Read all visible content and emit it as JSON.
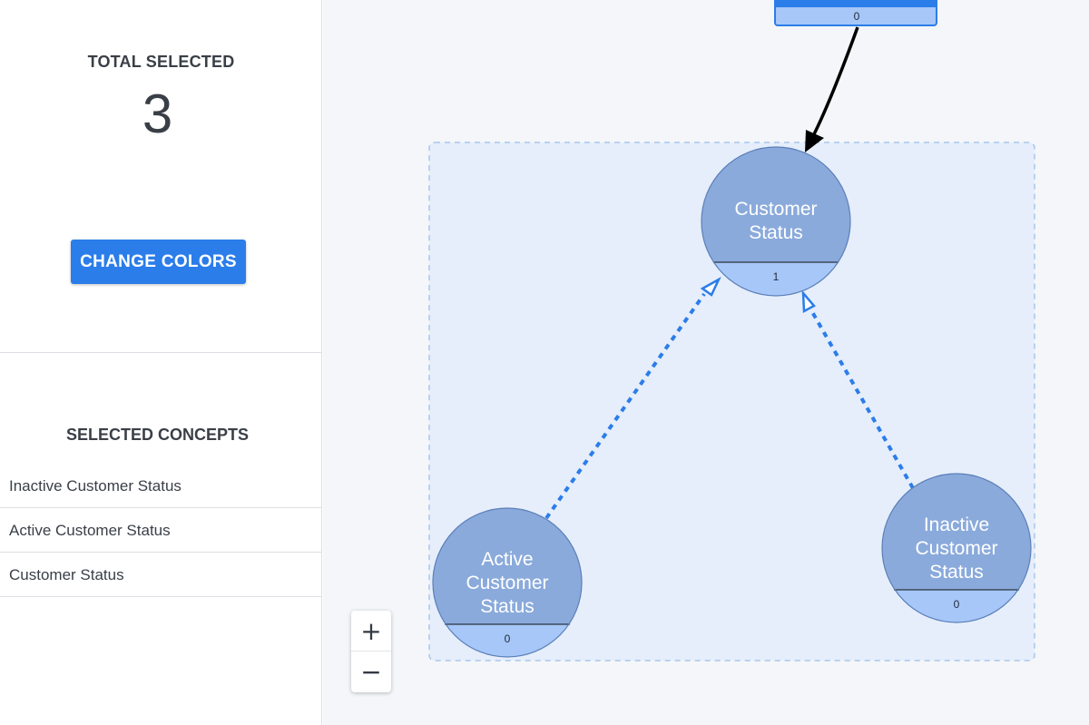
{
  "sidebar": {
    "total_heading": "TOTAL SELECTED",
    "total_count": "3",
    "change_colors_label": "CHANGE COLORS",
    "concepts_heading": "SELECTED CONCEPTS",
    "concepts": [
      "Inactive Customer Status",
      "Active Customer Status",
      "Customer Status"
    ]
  },
  "graph": {
    "top_node_count": "0",
    "nodes": {
      "customer_status": {
        "lines": [
          "Customer",
          "Status"
        ],
        "count": "1"
      },
      "active": {
        "lines": [
          "Active",
          "Customer",
          "Status"
        ],
        "count": "0"
      },
      "inactive": {
        "lines": [
          "Inactive",
          "Customer",
          "Status"
        ],
        "count": "0"
      }
    }
  },
  "zoom": {
    "in_label": "+",
    "out_label": "−"
  },
  "colors": {
    "accent": "#2b7de9",
    "node_fill": "#8aaadb",
    "node_count_band": "#a6c7f8",
    "edge_dashed": "#2b7de9",
    "edge_solid": "#000000",
    "group_fill": "#e6eefb",
    "group_border": "#a9c6eb"
  }
}
